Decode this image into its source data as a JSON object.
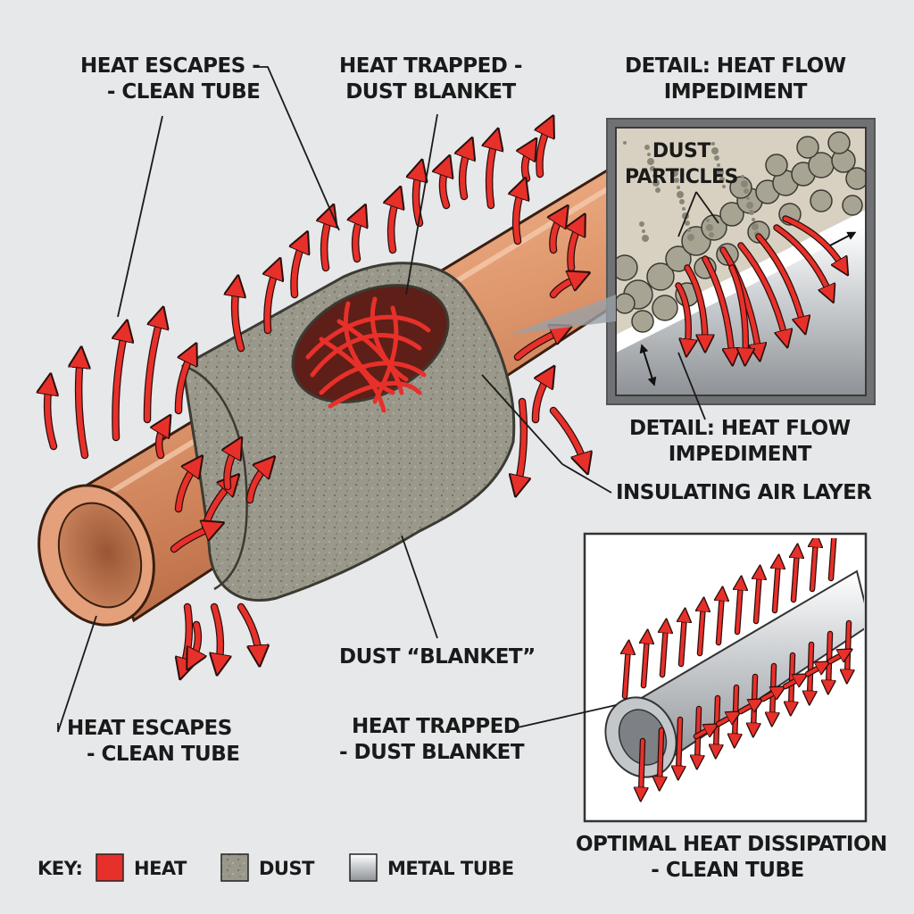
{
  "labels": {
    "heat_escapes_top": [
      "HEAT ESCAPES -",
      "- CLEAN TUBE"
    ],
    "heat_trapped_top": [
      "HEAT TRAPPED -",
      "DUST BLANKET"
    ],
    "detail_title_top": [
      "DETAIL: HEAT FLOW",
      "IMPEDIMENT"
    ],
    "dust_particles": [
      "DUST",
      "PARTICLES"
    ],
    "detail_title_bottom": [
      "DETAIL: HEAT FLOW",
      "IMPEDIMENT"
    ],
    "insulating_air_layer": "INSULATING AIR LAYER",
    "dust_blanket": "DUST “BLANKET”",
    "heat_escapes_bottom": [
      "HEAT ESCAPES",
      "- CLEAN TUBE"
    ],
    "heat_trapped_bottom": [
      "HEAT TRAPPED",
      "- DUST BLANKET"
    ],
    "optimal_heat": [
      "OPTIMAL HEAT DISSIPATION",
      "- CLEAN TUBE"
    ]
  },
  "key": {
    "title": "KEY:",
    "items": [
      {
        "label": "HEAT",
        "swatch": "heat"
      },
      {
        "label": "DUST",
        "swatch": "dust"
      },
      {
        "label": "METAL TUBE",
        "swatch": "metal"
      }
    ]
  },
  "colors": {
    "heat": "#e8302a",
    "copper": "#d98a62",
    "dust": "#8f8d80",
    "metal": "#b9bcbf",
    "background": "#e6e8ea"
  }
}
